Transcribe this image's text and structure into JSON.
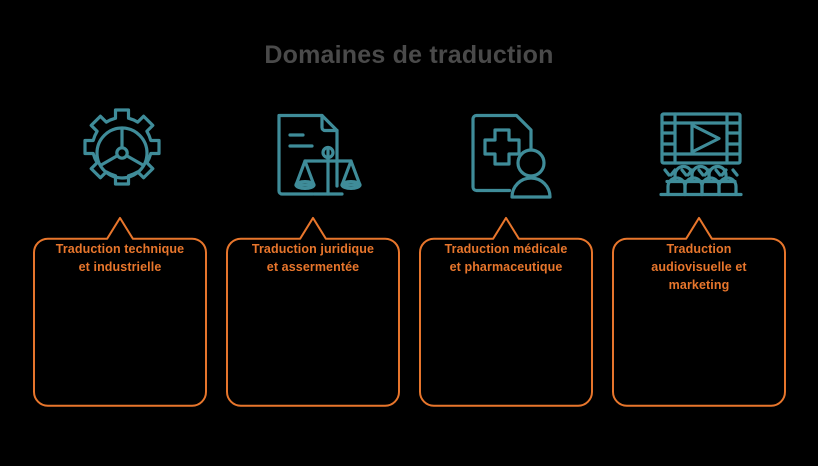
{
  "page": {
    "background_color": "#000000",
    "title": "Domaines de traduction",
    "title_color": "#4a4a4a",
    "accent_color": "#e8762c",
    "icon_color": "#3f8c99"
  },
  "columns": [
    {
      "icon_name": "gear-icon",
      "label": "Traduction technique\net industrielle",
      "label_line_1": "Traduction technique",
      "label_line_2": "et industrielle"
    },
    {
      "icon_name": "document-scales-icon",
      "label": "Traduction juridique\net assermentée",
      "label_line_1": "Traduction juridique",
      "label_line_2": "et assermentée"
    },
    {
      "icon_name": "medical-record-person-icon",
      "label": "Traduction médicale\net pharmaceutique",
      "label_line_1": "Traduction médicale",
      "label_line_2": "et pharmaceutique"
    },
    {
      "icon_name": "film-cinema-icon",
      "label": "Traduction\naudiovisuelle et\nmarketing",
      "label_line_1": "Traduction",
      "label_line_2": "audiovisuelle et",
      "label_line_3": "marketing"
    }
  ]
}
